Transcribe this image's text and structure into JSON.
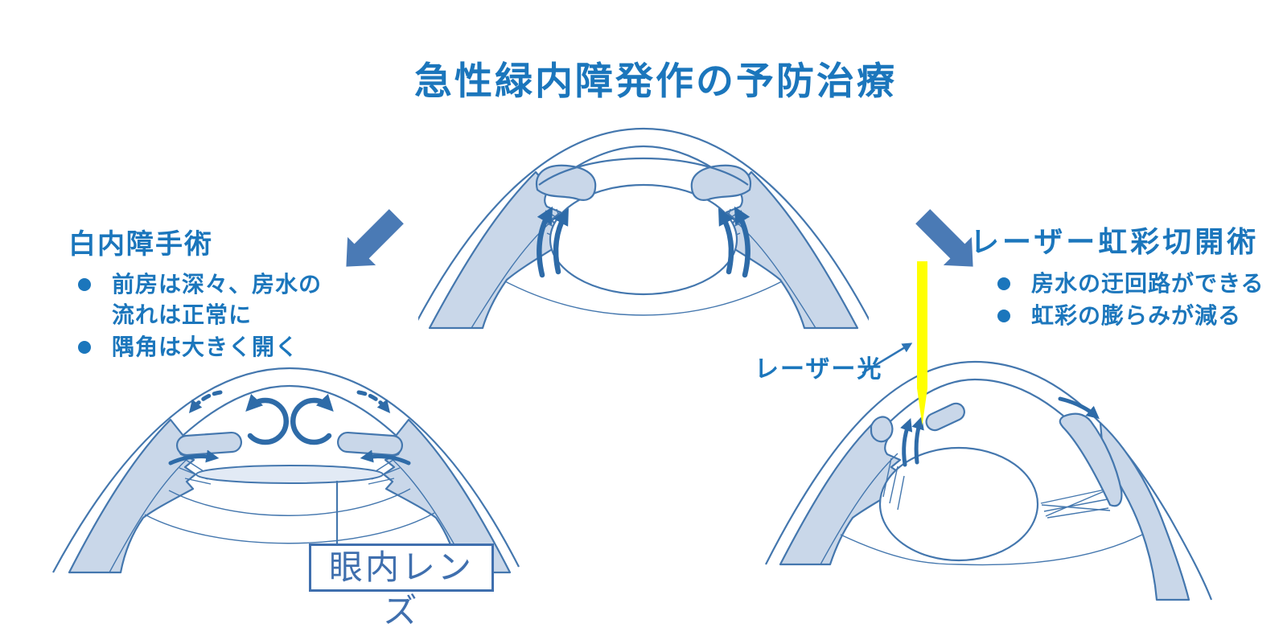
{
  "title": "急性緑内障発作の予防治療",
  "cataract": {
    "heading": "白内障手術",
    "bullets": [
      "前房は深々、房水の\n流れは正常に",
      "隅角は大きく開く"
    ]
  },
  "iridotomy": {
    "heading": "レーザー虹彩切開術",
    "bullets": [
      "房水の迂回路ができる",
      "虹彩の膨らみが減る"
    ]
  },
  "labels": {
    "iol": "眼内レンズ",
    "laser": "レーザー光"
  },
  "icons": {
    "bullet": "bullet-dot",
    "arrow_left": "block-arrow-down-left",
    "arrow_right": "block-arrow-down-right",
    "laser": "laser-beam"
  },
  "colors": {
    "heading_text": "#1b76bc",
    "outline": "#4477ae",
    "fill_light": "#c9d7e9",
    "iol_fill": "#e2eaf5",
    "flow_arrow": "#2e6ba8",
    "block_arrow": "#4a7ab5",
    "label_box": "#3f6fae",
    "laser_yellow": "#ffff00"
  }
}
